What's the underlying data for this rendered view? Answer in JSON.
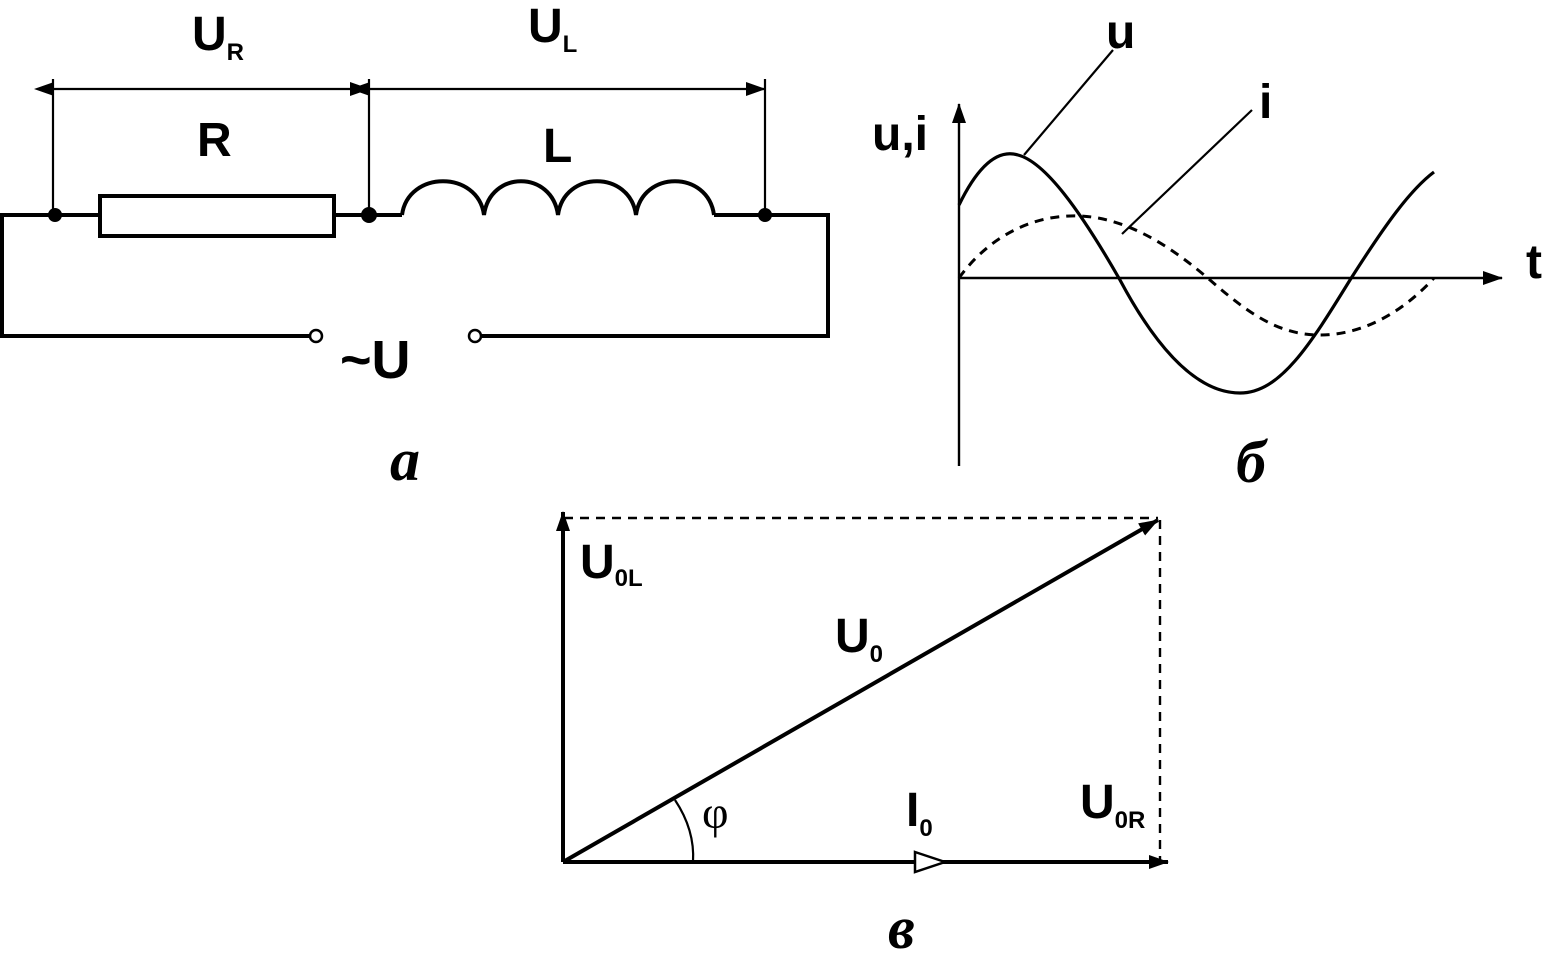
{
  "circuit": {
    "voltage_resistor": {
      "main": "U",
      "sub": "R"
    },
    "voltage_inductor": {
      "main": "U",
      "sub": "L"
    },
    "resistor_label": "R",
    "inductor_label": "L",
    "source_label": "~U",
    "panel_label": "а"
  },
  "waveforms": {
    "axis_label_y": "u,i",
    "axis_label_x": "t",
    "voltage_curve_label": "u",
    "current_curve_label": "i",
    "panel_label": "б"
  },
  "phasor": {
    "inductive_voltage": {
      "main": "U",
      "sub": "0L"
    },
    "total_voltage": {
      "main": "U",
      "sub": "0"
    },
    "current": {
      "main": "I",
      "sub": "0"
    },
    "resistive_voltage": {
      "main": "U",
      "sub": "0R"
    },
    "angle_label": "φ",
    "panel_label": "в"
  }
}
